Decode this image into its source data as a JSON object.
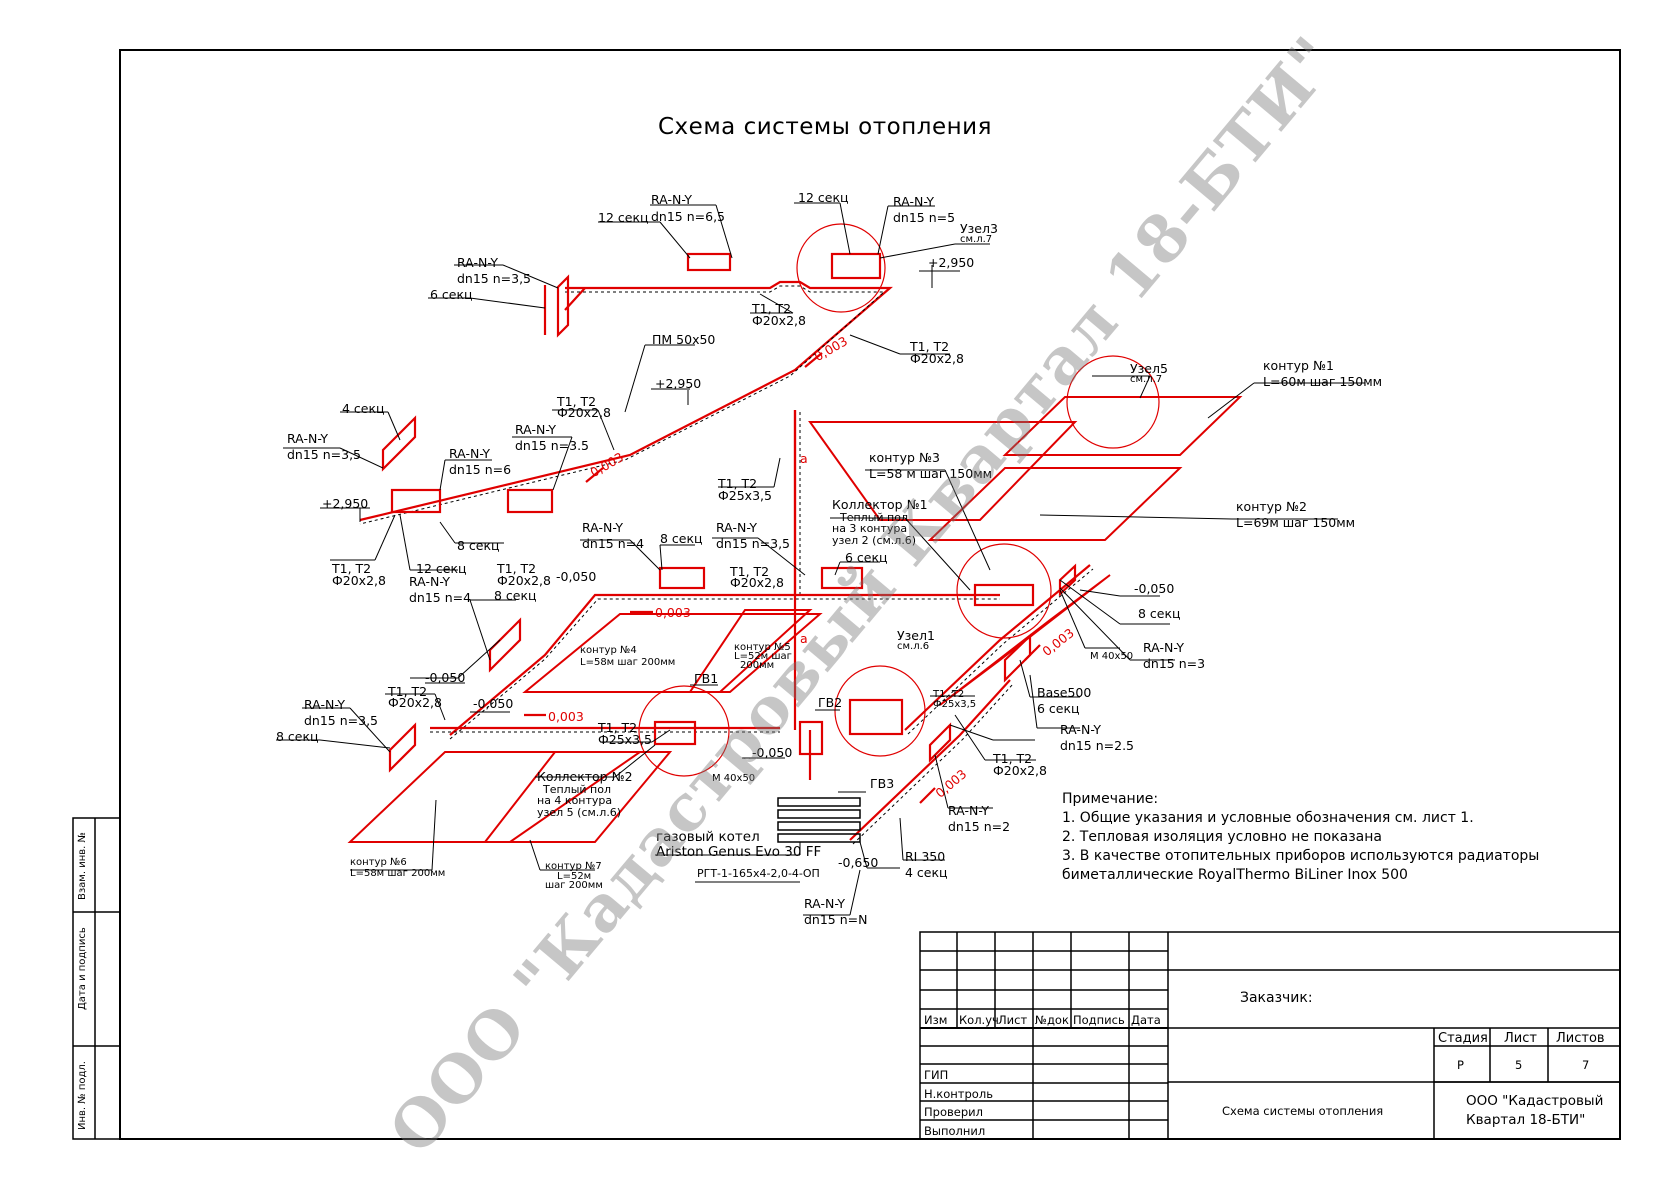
{
  "title": "Схема системы отопления",
  "labels": {
    "ran1": "RA-N-Y",
    "ran1b": "dn15 n=6,5",
    "sek12a": "12 секц",
    "ran2": "RA-N-Y",
    "ran2b": "dn15 n=3,5",
    "sek6a": "6 секц",
    "sek12b": "12 секц",
    "ran3": "RA-N-Y",
    "ran3b": "dn15 n=5",
    "uzel3": "Узел3",
    "uzel3b": "см.л.7",
    "lvl2950a": "+2,950",
    "t1t2a": "Т1, Т2",
    "t1t2ab": "Ф20х2,8",
    "t1t2b": "Т1, Т2",
    "t1t2bb": "Ф20х2,8",
    "slope1": "0,003",
    "pm": "ПМ 50х50",
    "lvl2950b": "+2,950",
    "sek4": "4 секц",
    "ran4": "RA-N-Y",
    "ran4b": "dn15 n=3,5",
    "ran5": "RA-N-Y",
    "ran5b": "dn15 n=6",
    "t1t2c": "Т1, Т2",
    "t1t2cb": "Ф20х2,8",
    "ran6": "RA-N-Y",
    "ran6b": "dn15 n=3.5",
    "slope2": "0,003",
    "lvl2950c": "+2,950",
    "t1t2d": "Т1, Т2",
    "t1t2db": "Ф20х2,8",
    "sek12c": "12 секц",
    "sek8a": "8 секц",
    "t1t2e": "Т1, Т2",
    "t1t2eb": "Ф25х3,5",
    "uzel5": "Узел5",
    "uzel5b": "см.л.7",
    "kont1": "контур №1",
    "kont1b": "L=60м шаг 150мм",
    "kont3": "контур №3",
    "kont3b": "L=58 м шаг 150мм",
    "koll1": "Коллектор №1",
    "koll1b": "Теплый пол",
    "koll1c": "на 3 контура",
    "koll1d": "узел 2 (см.л.6)",
    "kont2": "контур №2",
    "kont2b": "L=69м шаг 150мм",
    "ran7": "RA-N-Y",
    "ran7b": "dn15 n=4",
    "sek8b": "8 секц",
    "ran8": "RA-N-Y",
    "ran8b": "dn15 n=3,5",
    "sek6b": "6 секц",
    "t1t2f": "Т1, Т2",
    "t1t2fb": "Ф20х2,8",
    "lvl050a": "-0,050",
    "t1t2g": "Т1, Т2",
    "t1t2gb": "Ф20х2,8",
    "slope3": "0,003",
    "ran9": "RA-N-Y",
    "ran9b": "dn15 n=4",
    "sek8c": "8 секц",
    "kont4": "контур №4",
    "kont4b": "L=58м шаг 200мм",
    "kont5": "контур №5",
    "kont5b": "L=52м шаг",
    "kont5c": "200мм",
    "uzel1": "Узел1",
    "uzel1b": "см.л.6",
    "lvl050b": "-0,050",
    "sek8d": "8 секц",
    "m40a": "М 40х50",
    "ran10": "RA-N-Y",
    "ran10b": "dn15 n=3",
    "slope4": "0,003",
    "gv1": "ГВ1",
    "gv2": "ГВ2",
    "lvl050c": "-0,050",
    "lvl050d": "-0,050",
    "t1t2h": "Т1, Т2",
    "t1t2hb": "Ф20х2,8",
    "ran11": "RA-N-Y",
    "ran11b": "dn15 n=3,5",
    "sek8e": "8 секц",
    "slope5": "0,003",
    "t1t2i": "Т1, Т2",
    "t1t2ib": "Ф25х3,5",
    "t1t2j": "Т1, Т2",
    "t1t2jb": "Ф25х3,5",
    "base500": "Base500",
    "sek6c": "6 секц",
    "ran12": "RA-N-Y",
    "ran12b": "dn15 n=2.5",
    "t1t2k": "Т1, Т2",
    "t1t2kb": "Ф20х2,8",
    "lvl050e": "-0,050",
    "m40b": "М 40х50",
    "koll2": "Коллектор №2",
    "koll2b": "Теплый пол",
    "koll2c": "на 4 контура",
    "koll2d": "узел 5 (см.л.6)",
    "gv3": "ГВ3",
    "ran13": "RA-N-Y",
    "ran13b": "dn15 n=2",
    "slope6": "0,003",
    "kont6": "контур №6",
    "kont6b": "L=58м шаг 200мм",
    "kont7": "контур №7",
    "kont7b": "L=52м",
    "kont7c": "шаг 200мм",
    "boiler": "газовый котел",
    "boilerb": "Ariston Genus Evo 30 FF",
    "rgt": "РГТ-1-165х4-2,0-4-ОП",
    "lvl650": "-0,650",
    "ri350": "RI 350",
    "sek4b": "4 секц",
    "ran14": "RA-N-Y",
    "ran14b": "dn15 n=N",
    "a1": "а",
    "a2": "а"
  },
  "notes": {
    "heading": "Примечание:",
    "n1": "1.  Общие указания и условные обозначения см. лист 1.",
    "n2": "2.  Тепловая изоляция условно не показана",
    "n3": "3.  В качестве отопительных приборов используются радиаторы",
    "n3b": "биметаллические RoyalThermo BiLiner Inox 500"
  },
  "stamp": {
    "col_izm": "Изм",
    "col_kol": "Кол.уч",
    "col_list": "Лист",
    "col_ndok": "№док",
    "col_podpis": "Подпись",
    "col_data": "Дата",
    "gip": "ГИП",
    "nkontrol": "Н.контроль",
    "proveril": "Проверил",
    "vypolnil": "Выполнил",
    "zakazchik": "Заказчик:",
    "stadiya_h": "Стадия",
    "list_h": "Лист",
    "listov_h": "Листов",
    "stadiya": "Р",
    "list": "5",
    "listov": "7",
    "sheet_title": "Схема системы отопления",
    "org1": "ООО \"Кадастровый",
    "org2": "Квартал 18-БТИ\""
  },
  "side": {
    "inv_podl": "Инв. № подл.",
    "data_podpis": "Дата и подпись",
    "vzam_inv": "Взам. инв. №"
  },
  "watermark": "ООО \"Кадастровый Квартал 18-БТИ\"",
  "colors": {
    "pipe": "#e00000",
    "line": "#000000",
    "watermark": "#8c8c8c"
  }
}
